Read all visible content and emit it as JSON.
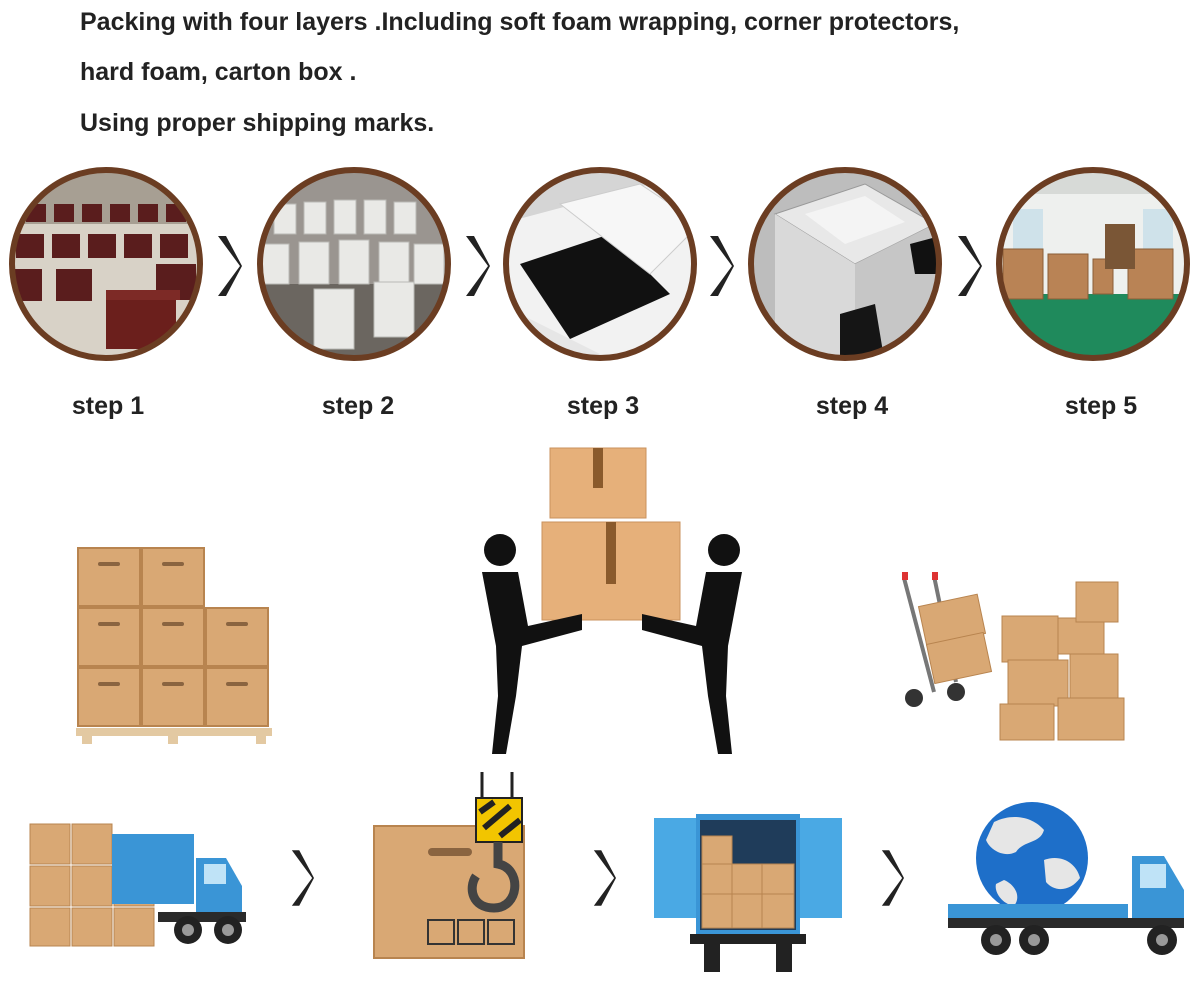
{
  "intro": {
    "line1": "Packing with four layers .Including soft foam wrapping, corner protectors,",
    "line2": "hard foam, carton box .",
    "line3": "Using proper shipping marks."
  },
  "steps": [
    {
      "label": "step 1",
      "photo": "wooden-nightstands-photo"
    },
    {
      "label": "step 2",
      "photo": "foam-wrapped-furniture-photo"
    },
    {
      "label": "step 3",
      "photo": "hard-foam-layer-photo"
    },
    {
      "label": "step 4",
      "photo": "corner-protectors-photo"
    },
    {
      "label": "step 5",
      "photo": "cartons-in-warehouse-photo"
    }
  ],
  "colors": {
    "carton": "#d9a874",
    "carton_dark": "#b8844f",
    "truck_blue": "#3a95d6",
    "ring_brown": "#6b3d22",
    "text": "#222222"
  },
  "illustrations": {
    "row1": [
      "palletized-cartons-icon",
      "two-people-carrying-box-icon",
      "hand-truck-cartons-icon"
    ],
    "row2": [
      "loaded-truck-icon",
      "crane-hook-box-icon",
      "container-loading-icon",
      "globe-truck-icon"
    ]
  }
}
